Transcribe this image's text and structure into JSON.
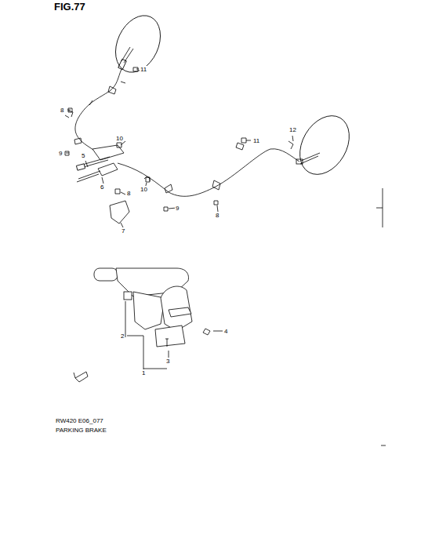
{
  "diagram": {
    "title": "FIG.77",
    "caption": "PARKING BRAKE",
    "labels": [
      "11",
      "8",
      "10",
      "9",
      "5",
      "6",
      "10",
      "8",
      "7",
      "12",
      "11",
      "9",
      "8",
      "4",
      "2",
      "3",
      "1",
      "RW420 E06_077"
    ]
  }
}
